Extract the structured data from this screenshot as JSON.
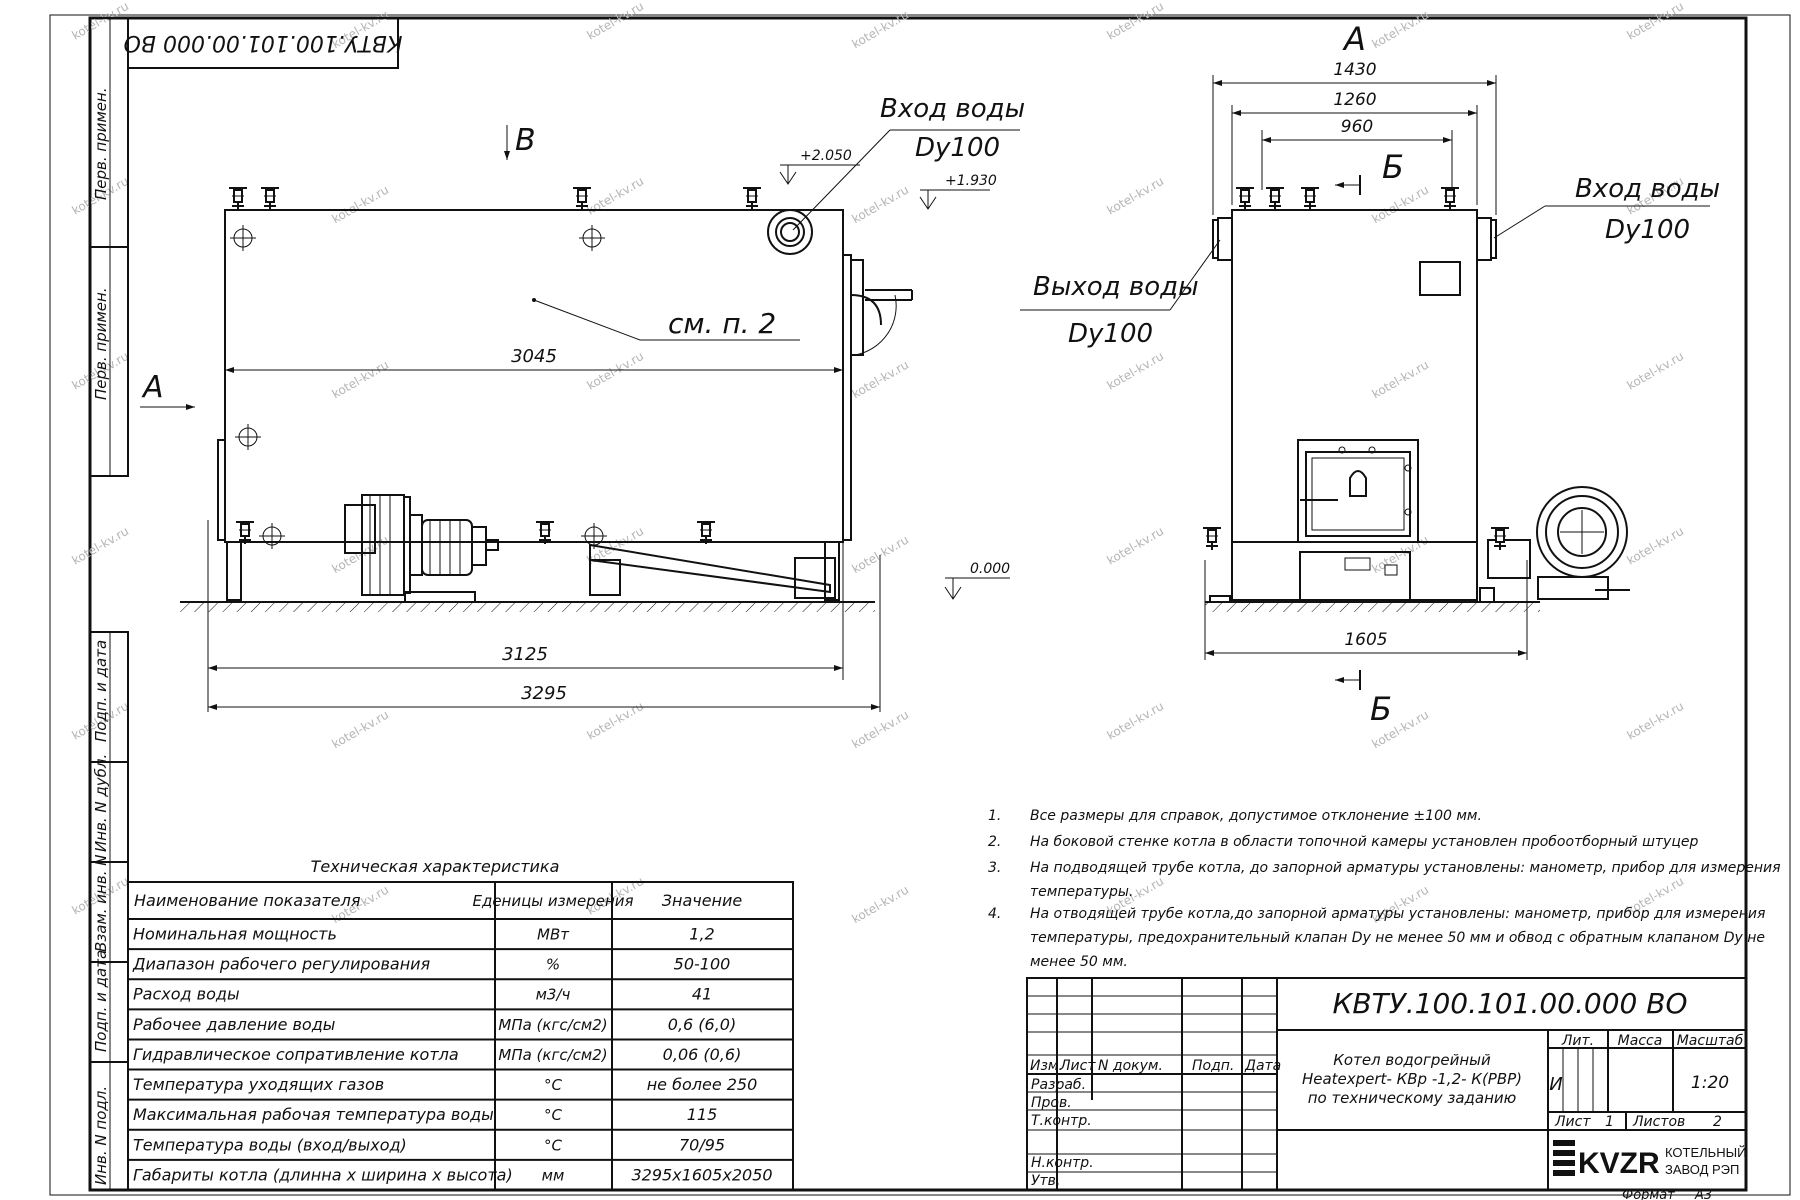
{
  "sheet": {
    "code_rotated": "КВТУ.100.101.00.000 ВО",
    "side_labels": [
      "Перв. примен.",
      "Перв. примен.",
      "Подп. и дата",
      "Инв. N дубл.",
      "Взам. инв. N",
      "Подп. и дата",
      "Инв. N подл."
    ],
    "watermark": "kotel-kv.ru"
  },
  "side_view": {
    "view_mark_v": "В",
    "section_mark_a": "А",
    "water_in_label": "Вход воды",
    "water_in_dn": "Dy100",
    "elev_2050": "+2.050",
    "elev_1930": "+1.930",
    "elev_000": "0.000",
    "note_ref": "см. п. 2",
    "dim_3045": "3045",
    "dim_3125": "3125",
    "dim_3295": "3295"
  },
  "front_view": {
    "view_mark": "А",
    "section_mark": "Б",
    "dim_1430": "1430",
    "dim_1260": "1260",
    "dim_960": "960",
    "dim_1605": "1605",
    "water_in_label": "Вход воды",
    "water_in_dn": "Dy100",
    "water_out_label": "Выход воды",
    "water_out_dn": "Dy100"
  },
  "notes": [
    {
      "n": "1.",
      "text": "Все размеры для справок, допустимое отклонение ±100 мм."
    },
    {
      "n": "2.",
      "text": "На боковой стенке котла в области топочной камеры установлен пробоотборный штуцер"
    },
    {
      "n": "3.",
      "text": "На   подводящей трубе котла, до запорной арматуры установлены: манометр, прибор для измерения",
      "cont": [
        "температуры."
      ]
    },
    {
      "n": "4.",
      "text": "На отводящей трубе котла,до запорной арматуры установлены: манометр, прибор для измерения",
      "cont": [
        "температуры, предохранительный клапан Dy не менее 50 мм и обвод с обратным клапаном Dy не",
        "менее 50 мм."
      ]
    }
  ],
  "tech_table": {
    "title": "Техническая характеристика",
    "headers": [
      "Наименование показателя",
      "Еденицы измерения",
      "Значение"
    ],
    "rows": [
      [
        "Номинальная мощность",
        "МВт",
        "1,2"
      ],
      [
        "Диапазон рабочего регулирования",
        "%",
        "50-100"
      ],
      [
        "Расход воды",
        "м3/ч",
        "41"
      ],
      [
        "Рабочее давление воды",
        "МПа (кгс/см2)",
        "0,6 (6,0)"
      ],
      [
        "Гидравлическое сопративление котла",
        "МПа (кгс/см2)",
        "0,06 (0,6)"
      ],
      [
        "Температура уходящих газов",
        "°С",
        "не более 250"
      ],
      [
        "Максимальная рабочая температура воды",
        "°С",
        "115"
      ],
      [
        "Температура воды (вход/выход)",
        "°С",
        "70/95"
      ],
      [
        "Габариты котла (длинна х ширина х высота)",
        "мм",
        "3295x1605x2050"
      ]
    ]
  },
  "title_block": {
    "code": "КВТУ.100.101.00.000  ВО",
    "name_lines": [
      "Котел водогрейный",
      "Heatexpert- КВр -1,2- К(РВР)",
      "по техническому заданию"
    ],
    "col_headers": [
      "Изм.",
      "Лист",
      "N докум.",
      "Подп.",
      "Дата"
    ],
    "row_labels": [
      "Разраб.",
      "Пров.",
      "Т.контр.",
      "Н.контр.",
      "Утв."
    ],
    "lit_label": "Лит.",
    "mass_label": "Масса",
    "scale_label": "Масштаб",
    "lit_value": "И",
    "scale_value": "1:20",
    "sheet_label": "Лист",
    "sheet_value": "1",
    "sheets_label": "Листов",
    "sheets_value": "2",
    "logo": "KVZR",
    "company_line1": "КОТЕЛЬНЫЙ",
    "company_line2": "ЗАВОД РЭП",
    "format_label": "Формат",
    "format_value": "А3"
  }
}
